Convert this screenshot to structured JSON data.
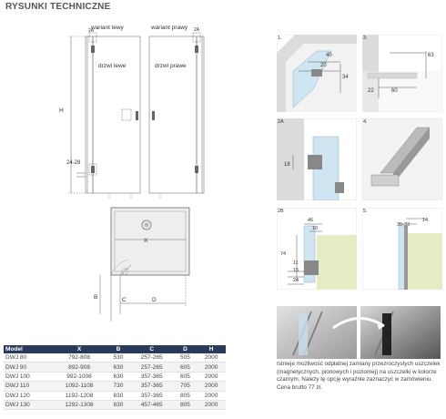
{
  "title": "RYSUNKI TECHNICZNE",
  "front_view": {
    "label_left": "wariant lewy",
    "label_right": "wariant prawy",
    "door_left": "drzwi lewe",
    "door_right": "drzwi prawe",
    "dim_h": "H",
    "dim_range": "24-28"
  },
  "top_view": {
    "x": "X",
    "b": "B",
    "c": "C",
    "d": "D"
  },
  "details": {
    "p1": {
      "num": "1.",
      "d20": "20",
      "d34": "34",
      "d40": "40"
    },
    "p3": {
      "num": "3.",
      "d63": "63",
      "d22": "22",
      "d60": "60"
    },
    "p2a": {
      "num": "2A",
      "d18": "18"
    },
    "p4": {
      "num": "4."
    },
    "p2b": {
      "num": "2B",
      "d46": "46",
      "d10": "10",
      "d74": "74",
      "d11": "11",
      "d15": "15",
      "d24": "24"
    },
    "p5": {
      "num": "5.",
      "d3533": "35-33",
      "d14": "14"
    }
  },
  "table": {
    "headers": [
      "Model",
      "X",
      "B",
      "C",
      "D",
      "H"
    ],
    "rows": [
      [
        "DWJ 80",
        "792-808",
        "530",
        "257-265",
        "505",
        "2000"
      ],
      [
        "DWJ 90",
        "892-908",
        "630",
        "257-265",
        "605",
        "2000"
      ],
      [
        "DWJ 100",
        "992-1008",
        "630",
        "357-365",
        "605",
        "2000"
      ],
      [
        "DWJ 110",
        "1092-1108",
        "730",
        "357-365",
        "705",
        "2000"
      ],
      [
        "DWJ 120",
        "1192-1208",
        "830",
        "357-365",
        "805",
        "2000"
      ],
      [
        "DWJ 130",
        "1292-1308",
        "830",
        "457-465",
        "805",
        "2000"
      ]
    ]
  },
  "note": "Istnieje możliwość odpłatnej zamiany przezroczystych uszczelek (magnetycznych, pionowych i poziomej) na uszczelki w kolorze czarnym. Należy tę opcję wyraźnie zaznaczyć w zamówieniu. Cena brutto 77 zł.",
  "colors": {
    "header_bg": "#2a3a5a",
    "wall": "#dcdcdc",
    "glass": "#cfe6f2",
    "wall_green": "#e3ecc2",
    "arrow": "#ffffff"
  }
}
